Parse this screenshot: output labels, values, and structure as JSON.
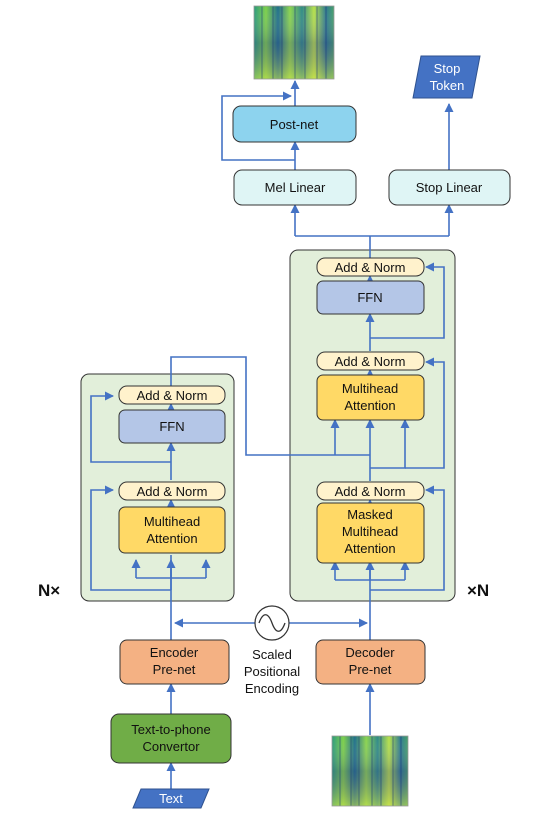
{
  "encoder": {
    "add_norm_top": "Add & Norm",
    "ffn": "FFN",
    "add_norm_bottom": "Add & Norm",
    "attention_line1": "Multihead",
    "attention_line2": "Attention",
    "repeat_label": "N×"
  },
  "decoder": {
    "add_norm_top": "Add & Norm",
    "ffn": "FFN",
    "add_norm_mid": "Add & Norm",
    "attention_line1": "Multihead",
    "attention_line2": "Attention",
    "add_norm_bottom": "Add & Norm",
    "masked_line1": "Masked",
    "masked_line2": "Multihead",
    "masked_line3": "Attention",
    "repeat_label": "×N"
  },
  "encoder_prenet": {
    "line1": "Encoder",
    "line2": "Pre-net"
  },
  "decoder_prenet": {
    "line1": "Decoder",
    "line2": "Pre-net"
  },
  "positional_encoding": {
    "line1": "Scaled",
    "line2": "Positional",
    "line3": "Encoding"
  },
  "text_to_phone": {
    "line1": "Text-to-phone",
    "line2": "Convertor"
  },
  "text_input": "Text",
  "post_net": "Post-net",
  "mel_linear": "Mel Linear",
  "stop_linear": "Stop Linear",
  "stop_token": {
    "line1": "Stop",
    "line2": "Token"
  },
  "colors": {
    "arrow": "#4472c4",
    "block_bg": "#e2efda",
    "add_norm": "#fff2cc",
    "ffn": "#b4c6e7",
    "attention": "#ffd966",
    "prenet": "#f4b183",
    "converter": "#70ad47",
    "linear": "#dff5f5",
    "postnet": "#8dd3ee",
    "io_shape": "#4472c4"
  }
}
